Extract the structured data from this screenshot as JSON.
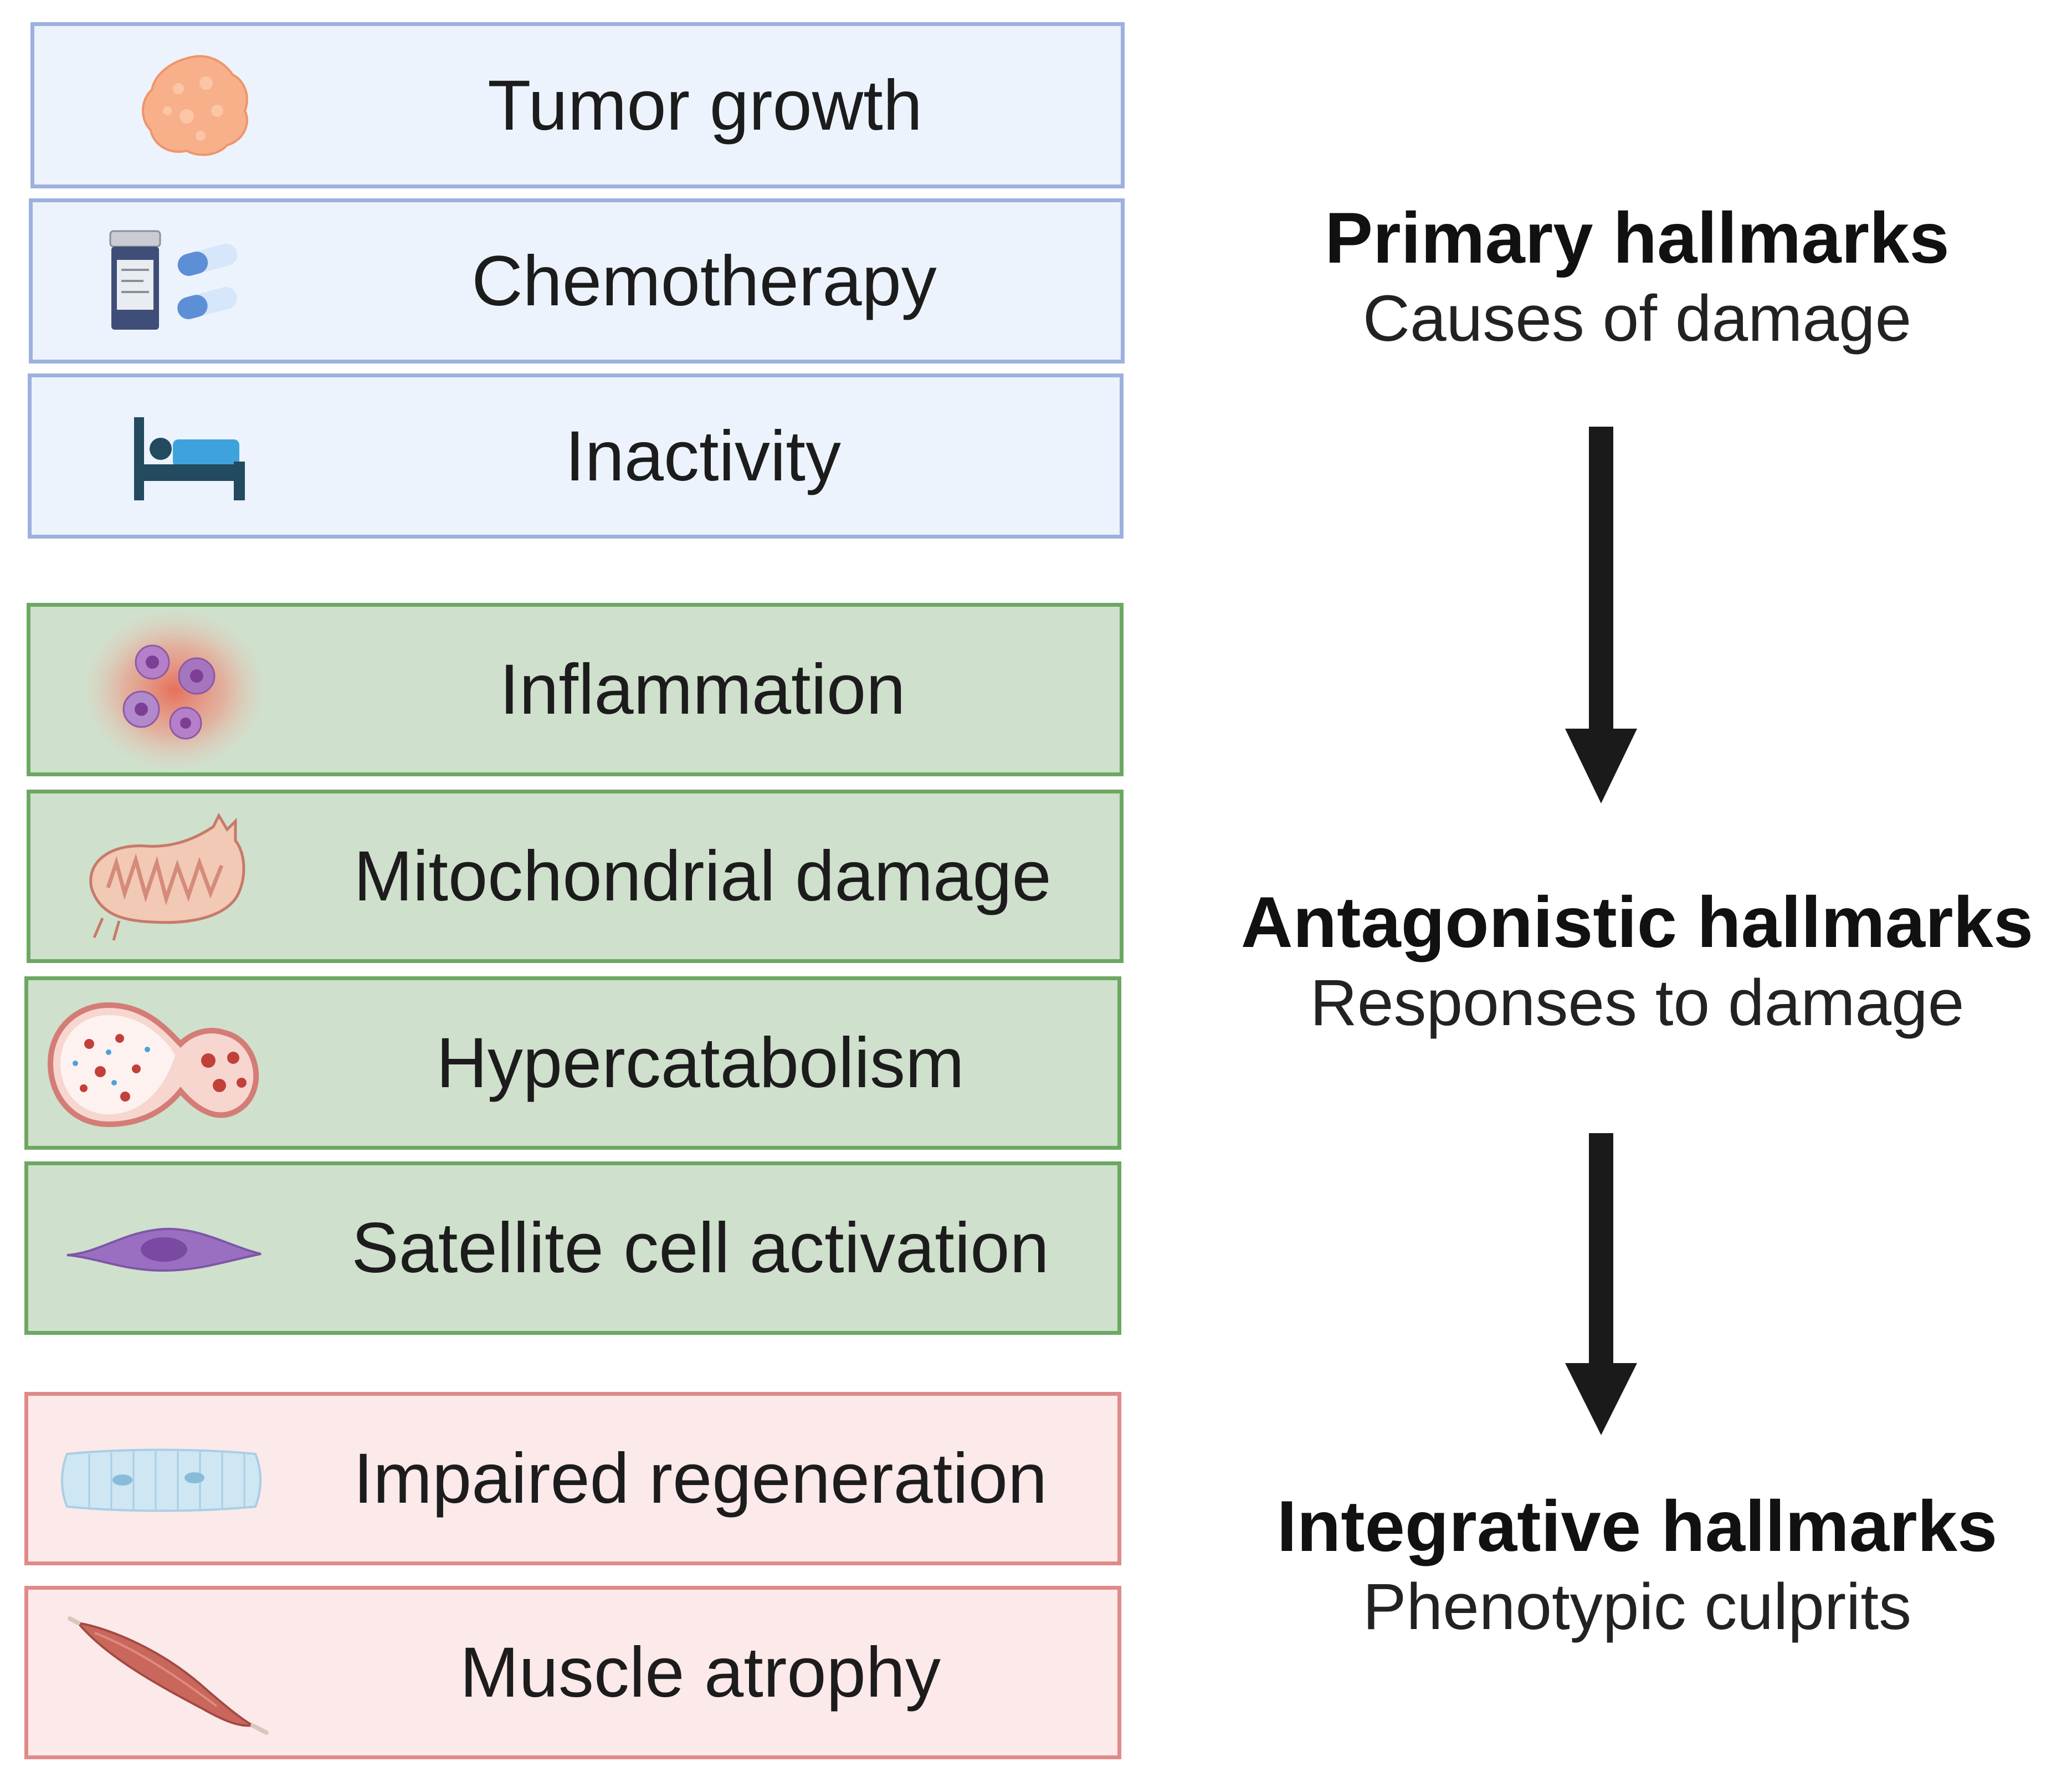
{
  "colors": {
    "primary_fill": "#edf3fc",
    "primary_border": "#9db1dc",
    "antagonistic_fill": "#cfe0cc",
    "antagonistic_border": "#6da863",
    "integrative_fill": "#fce9e9",
    "integrative_border": "#e08a8a",
    "arrow": "#1a1a1a"
  },
  "primary": {
    "title": "Primary hallmarks",
    "subtitle": "Causes of damage",
    "items": [
      {
        "label": "Tumor growth",
        "icon": "tumor-icon"
      },
      {
        "label": "Chemotherapy",
        "icon": "pill-bottle-icon"
      },
      {
        "label": "Inactivity",
        "icon": "bed-icon"
      }
    ]
  },
  "antagonistic": {
    "title": "Antagonistic hallmarks",
    "subtitle": "Responses to damage",
    "items": [
      {
        "label": "Inflammation",
        "icon": "inflammation-cells-icon"
      },
      {
        "label": "Mitochondrial damage",
        "icon": "mitochondrion-icon"
      },
      {
        "label": "Hypercatabolism",
        "icon": "dividing-cell-icon"
      },
      {
        "label": "Satellite cell activation",
        "icon": "satellite-cell-icon"
      }
    ]
  },
  "integrative": {
    "title": "Integrative hallmarks",
    "subtitle": "Phenotypic culprits",
    "items": [
      {
        "label": "Impaired regeneration",
        "icon": "muscle-fiber-icon"
      },
      {
        "label": "Muscle atrophy",
        "icon": "muscle-icon"
      }
    ]
  }
}
